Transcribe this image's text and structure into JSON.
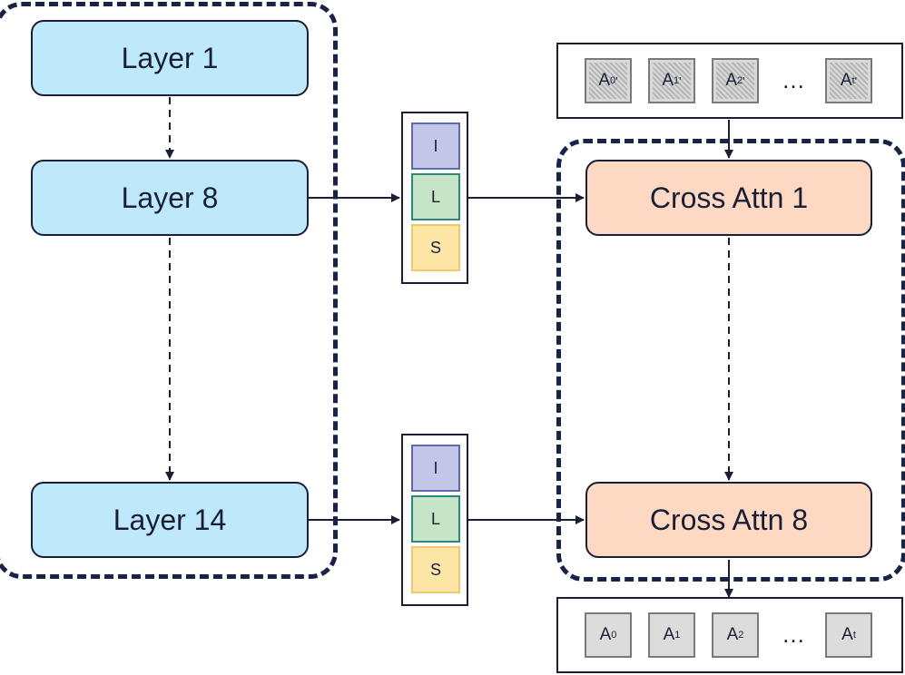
{
  "layers": [
    "Layer 1",
    "Layer 8",
    "Layer 14"
  ],
  "cross_attn": [
    "Cross Attn 1",
    "Cross Attn 8"
  ],
  "ils_cells": [
    "I",
    "L",
    "S"
  ],
  "tokens_top": {
    "symbol": "A",
    "subs": [
      "0",
      "1",
      "2",
      "t"
    ],
    "mark": "'",
    "ellipsis": "…"
  },
  "tokens_bottom": {
    "symbol": "A",
    "subs": [
      "0",
      "1",
      "2",
      "t"
    ],
    "ellipsis": "…"
  },
  "colors": {
    "layer_fill": "#bde9fb",
    "attn_fill": "#fdd9c3",
    "i_fill": "#c3c6e6",
    "l_fill": "#c6e5c6",
    "s_fill": "#fde6a6",
    "border": "#1a1f36"
  }
}
